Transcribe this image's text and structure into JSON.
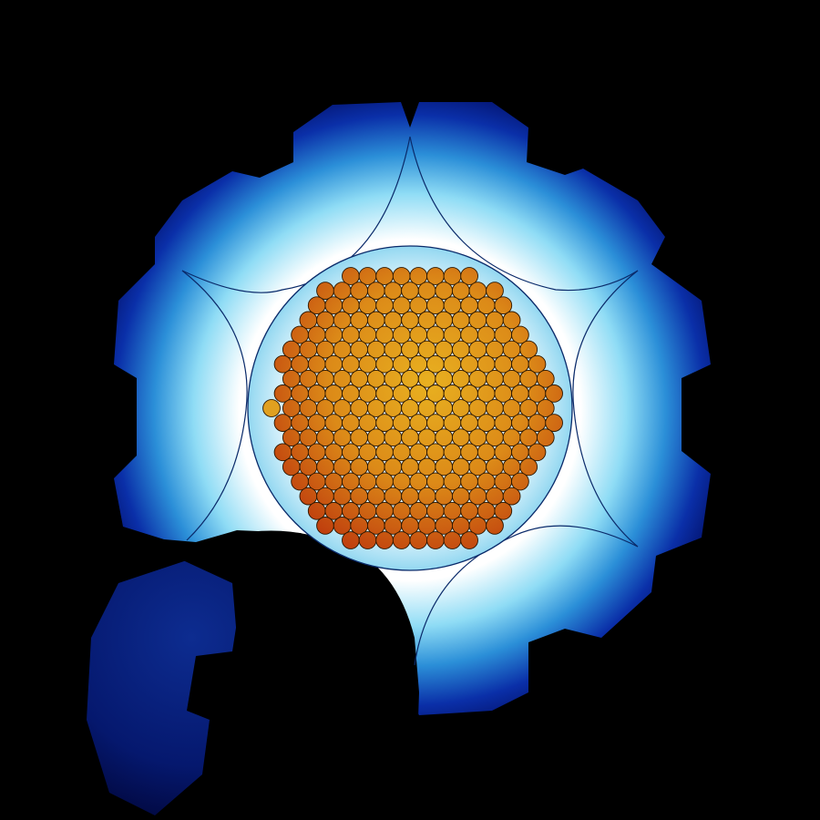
{
  "image": {
    "description_tag": "",
    "colors": {
      "background": "#000000",
      "glow_center": "#ffffff",
      "glow_mid": "#55c8ee",
      "glow_outer": "#0a2fa8",
      "glow_edge": "#031068",
      "fuel_center": "#e8b020",
      "fuel_mid": "#dc8a18",
      "fuel_edge": "#c0400e",
      "fuel_outline": "#2a1600",
      "outline_blue": "#0a2a6a"
    },
    "icon_names": [
      "gear-shaped-cutout",
      "hexagonal-fuel-pin-lattice",
      "boundary-circle"
    ]
  }
}
